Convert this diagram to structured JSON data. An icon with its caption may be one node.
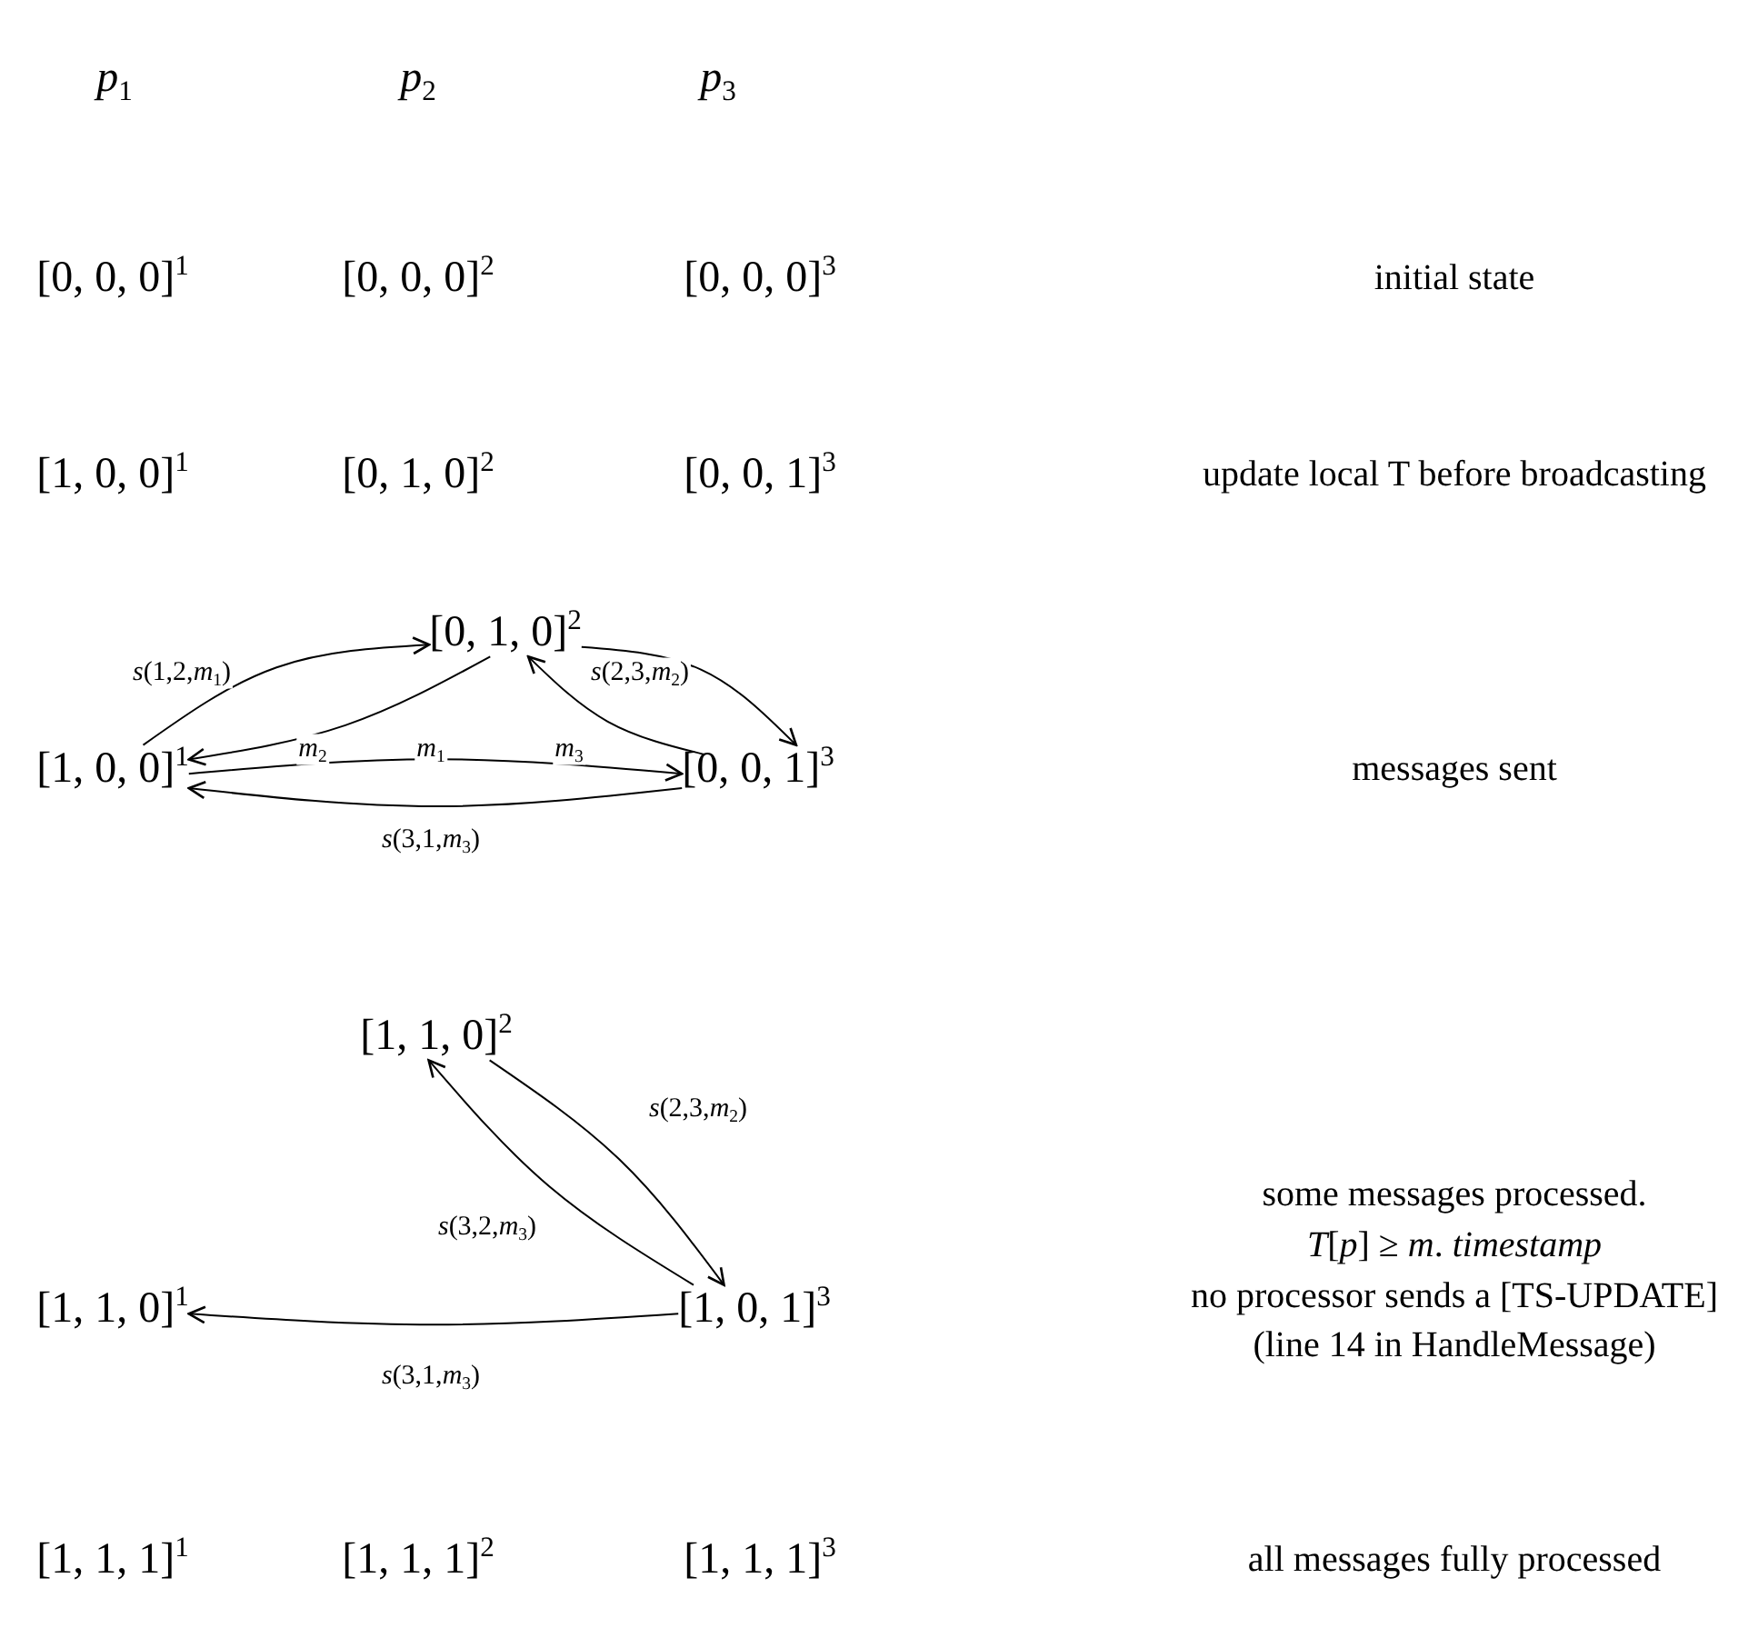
{
  "diagram": {
    "nodes": [
      {
        "text": [
          "[0, 1, 0]$^{2}$"
        ]
      },
      {
        "text": [
          "[1, 0, 0]$^{1}$"
        ]
      },
      {
        "text": [
          "[0, 0, 1]$^{3}$"
        ]
      },
      {
        "text": [
          "[1, 1, 0]$^{2}$"
        ]
      },
      {
        "text": [
          "[1, 0, 1]$^{3}$"
        ]
      },
      {
        "text": [
          "[1, 1, 0]$^{1}$"
        ]
      }
    ],
    "edges": [
      {
        "from": 1,
        "to": 0,
        "arrow": "to",
        "label": "*s*(1,2,*m*$_{1}$)"
      },
      {
        "from": 0,
        "to": 1,
        "arrow": "to",
        "label": "*m*$_{2}$"
      },
      {
        "from": 1,
        "to": 2,
        "arrow": "to",
        "label": "*m*$_{1}$"
      },
      {
        "from": 2,
        "to": 0,
        "arrow": "to",
        "label": "*m*$_{3}$"
      },
      {
        "from": 0,
        "to": 2,
        "arrow": "to",
        "label": "*s*(2,3,*m*$_{2}$)"
      },
      {
        "from": 2,
        "to": 1,
        "arrow": "to",
        "label": "*s*(3,1,*m*$_{3}$)"
      },
      {
        "from": 3,
        "to": 4,
        "arrow": "to",
        "label": "*s*(2,3,*m*$_{2}$)"
      },
      {
        "from": 4,
        "to": 3,
        "arrow": "to",
        "label": "*s*(3,2,*m*$_{3}$)"
      },
      {
        "from": 4,
        "to": 5,
        "arrow": "to",
        "label": "*s*(3,1,*m*$_{3}$)"
      }
    ],
    "labels": [
      "*p*$_{1}$",
      "*p*$_{2}$",
      "*p*$_{3}$",
      "[0, 0, 0]$^{1}$",
      "[0, 0, 0]$^{2}$",
      "[0, 0, 0]$^{3}$",
      "initial state",
      "[1, 0, 0]$^{1}$",
      "[0, 1, 0]$^{2}$",
      "[0, 0, 1]$^{3}$",
      "update local T before broadcasting",
      "messages sent",
      "some messages processed.",
      "*T*[*p*] ≥ *m*. *timestamp*",
      "no processor sends a [TS-UPDATE]",
      "(line 14 in HandleMessage)",
      "[1, 1, 1]$^{1}$",
      "[1, 1, 1]$^{2}$",
      "[1, 1, 1]$^{3}$",
      "all messages fully processed"
    ]
  }
}
